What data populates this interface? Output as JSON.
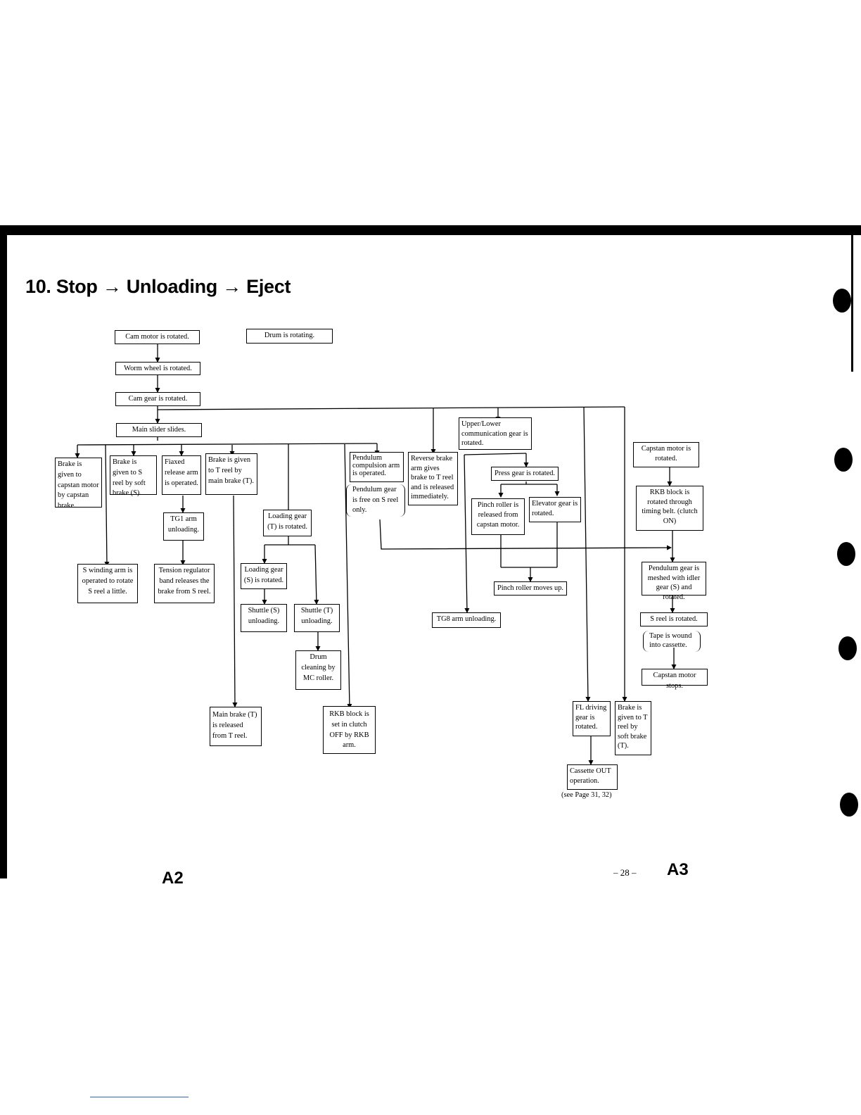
{
  "title": "10. Stop → Unloading → Eject",
  "boxes": {
    "cam_motor": "Cam motor is rotated.",
    "drum_rotating": "Drum is rotating.",
    "worm_wheel": "Worm wheel is rotated.",
    "cam_gear": "Cam gear is rotated.",
    "main_slider": "Main slider slides.",
    "brake_capstan": "Brake is given to capstan motor by capstan brake.",
    "brake_s_reel": "Brake is given to S reel by soft brake (S).",
    "fiaxed_release": "Fiaxed release arm is operated.",
    "brake_t_reel_main": "Brake is given to T reel by main brake (T).",
    "pendulum_compulsion": "Pendulum compulsion arm is operated.",
    "reverse_brake": "Reverse brake arm gives brake to T reel and is released immediately.",
    "upper_lower_gear": "Upper/Lower communication gear is rotated.",
    "capstan_motor_rotated": "Capstan motor is rotated.",
    "press_gear": "Press gear is rotated.",
    "tg1_arm": "TG1 arm unloading.",
    "loading_gear_t": "Loading gear (T) is rotated.",
    "pinch_roller_released": "Pinch roller is released from capstan motor.",
    "elevator_gear": "Elevator gear is rotated.",
    "rkb_block_timing": "RKB block is rotated through timing belt. (clutch ON)",
    "s_winding_arm": "S winding arm is operated to rotate S reel a little.",
    "tension_regulator": "Tension regulator band releases the brake from S reel.",
    "loading_gear_s": "Loading gear (S) is rotated.",
    "pinch_roller_up": "Pinch roller moves up.",
    "pendulum_gear_meshed": "Pendulum gear is meshed with idler gear (S) and rotated.",
    "shuttle_s": "Shuttle (S) unloading.",
    "shuttle_t": "Shuttle (T) unloading.",
    "tg8_arm": "TG8 arm unloading.",
    "s_reel_rotated": "S reel is rotated.",
    "drum_cleaning": "Drum cleaning by MC roller.",
    "capstan_motor_stops": "Capstan motor stops.",
    "main_brake_released": "Main brake (T) is released from T reel.",
    "rkb_clutch_off": "RKB block is set in clutch OFF by RKB arm.",
    "fl_driving_gear": "FL driving gear is rotated.",
    "brake_t_soft": "Brake is given to T reel by soft brake (T).",
    "cassette_out": "Cassette OUT operation."
  },
  "notes": {
    "pendulum_free": "Pendulum gear is free on S reel only.",
    "tape_wound": "Tape is wound into cassette."
  },
  "footer": {
    "see_page": "(see Page 31, 32)",
    "page_number": "– 28 –",
    "page_code": "A3",
    "left_code_fragment": "A2"
  }
}
